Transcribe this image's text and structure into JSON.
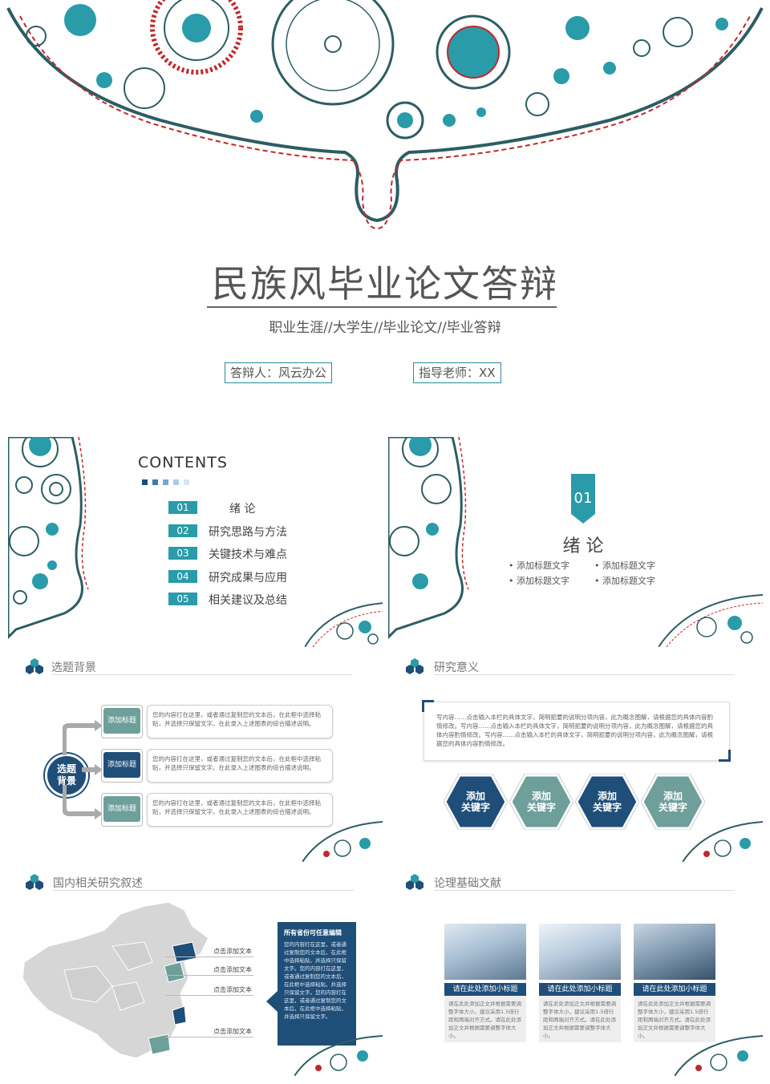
{
  "colors": {
    "teal": "#2a9ba8",
    "navy": "#1f4e79",
    "red": "#c0282d",
    "sage": "#6e9f9a"
  },
  "cover": {
    "title": "民族风毕业论文答辩",
    "subtitle": "职业生涯//大学生//毕业论文//毕业答辩",
    "presenter": "答辩人：风云办公",
    "advisor": "指导老师：XX"
  },
  "contents": {
    "heading": "CONTENTS",
    "items": [
      {
        "num": "01",
        "label": "绪  论"
      },
      {
        "num": "02",
        "label": "研究思路与方法"
      },
      {
        "num": "03",
        "label": "关键技术与难点"
      },
      {
        "num": "04",
        "label": "研究成果与应用"
      },
      {
        "num": "05",
        "label": "相关建议及总结"
      }
    ]
  },
  "section1": {
    "num": "01",
    "title": "绪  论",
    "bullets": [
      "• 添加标题文字",
      "• 添加标题文字",
      "• 添加标题文字",
      "• 添加标题文字"
    ]
  },
  "background": {
    "heading": "选题背景",
    "center": "选题\n背景",
    "rows": [
      {
        "tag": "添加标题",
        "text": "您的内容打在这里，或者通过复制您的文本后，在此框中选择粘贴，并选择只保留文字。在此录入上述图表的综合描述说明。"
      },
      {
        "tag": "添加标题",
        "text": "您的内容打在这里，或者通过复制您的文本后，在此框中选择粘贴，并选择只保留文字。在此录入上述图表的综合描述说明。"
      },
      {
        "tag": "添加标题",
        "text": "您的内容打在这里，或者通过复制您的文本后，在此框中选择粘贴，并选择只保留文字。在此录入上述图表的综合描述说明。"
      }
    ]
  },
  "significance": {
    "heading": "研究意义",
    "body": "写内容……点击输入本栏的具体文字，简明扼要的说明分项内容，此为概念图解，请根据您的具体内容酌情修改。写内容……点击输入本栏的具体文字，简明扼要的说明分项内容，此为概念图解，请根据您的具体内容酌情修改。写内容……点击输入本栏的具体文字，简明扼要的说明分项内容，此为概念图解，请根据您的具体内容酌情修改。",
    "hexes": [
      "添加\n关键字",
      "添加\n关键字",
      "添加\n关键字",
      "添加\n关键字"
    ]
  },
  "domestic": {
    "heading": "国内相关研究叙述",
    "callouts": [
      "点击添加文本",
      "点击添加文本",
      "点击添加文本",
      "点击添加文本"
    ],
    "panel_title": "所有省份可任意编辑",
    "panel_text": "您的内容打在这里，或者通过复制您的文本后，在此框中选择粘贴，并选择只保留文字。您的内容打在这里，或者通过复制您的文本后，在此框中选择粘贴，并选择只保留文字。您的内容打在这里，或者通过复制您的文本后，在此框中选择粘贴，并选择只保留文字。"
  },
  "literature": {
    "heading": "论理基础文献",
    "cards": [
      {
        "caption": "请在此处添加小标题",
        "text": "请在此处添加正文并根据需要调整字体大小，建议采用1.5倍行距和两端对齐方式。请在此处添加正文并根据需要调整字体大小。"
      },
      {
        "caption": "请在此处添加小标题",
        "text": "请在此处添加正文并根据需要调整字体大小，建议采用1.5倍行距和两端对齐方式。请在此处添加正文并根据需要调整字体大小。"
      },
      {
        "caption": "请在此处添加小标题",
        "text": "请在此处添加正文并根据需要调整字体大小，建议采用1.5倍行距和两端对齐方式。请在此处添加正文并根据需要调整字体大小。"
      }
    ]
  }
}
